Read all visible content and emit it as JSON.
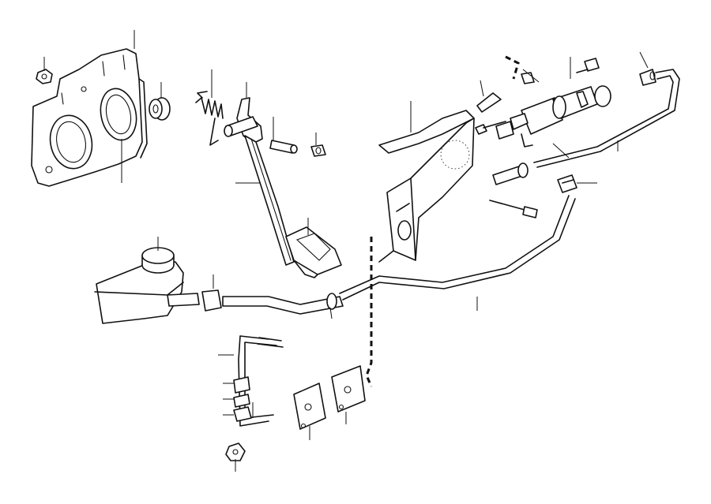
{
  "diagram": {
    "parts": [
      "pedal-box-cover-plate",
      "bushing",
      "return-spring",
      "clutch-pedal",
      "pivot-shaft",
      "spacer-sleeve",
      "pedal-pad",
      "pedal-bracket",
      "master-cylinder",
      "fluid-reservoir",
      "reservoir-cap",
      "supply-hose",
      "hydraulic-line",
      "clip",
      "bolt",
      "nut",
      "gasket",
      "pipe-union"
    ],
    "colors": {
      "line": "#111111",
      "background": "#ffffff"
    }
  }
}
